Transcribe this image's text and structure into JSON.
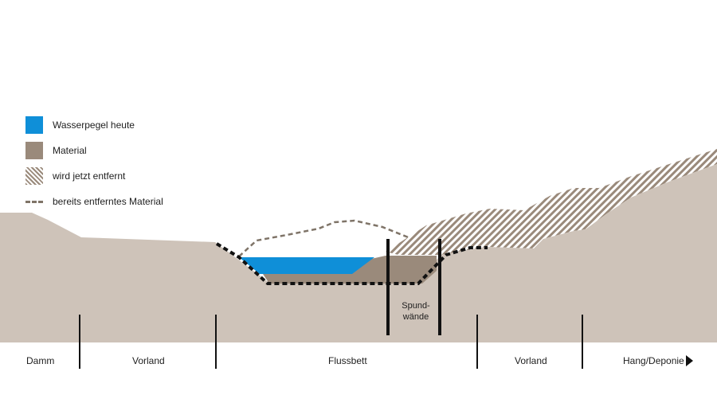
{
  "colors": {
    "ground": "#cec3b9",
    "material": "#9a8a7b",
    "water": "#0f8fd8",
    "hatch": "#9a8a7b",
    "dashed_removed": "#7f7468",
    "excavation_line": "#111111"
  },
  "legend": {
    "water_label": "Wasserpegel heute",
    "material_label": "Material",
    "hatch_label": "wird jetzt entfernt",
    "removed_label": "bereits entferntes Material"
  },
  "annotations": {
    "spund_line1": "Spund-",
    "spund_line2": "wände"
  },
  "zones": {
    "damm": "Damm",
    "vorland_left": "Vorland",
    "flussbett": "Flussbett",
    "vorland_right": "Vorland",
    "hang": "Hang/Deponie"
  }
}
